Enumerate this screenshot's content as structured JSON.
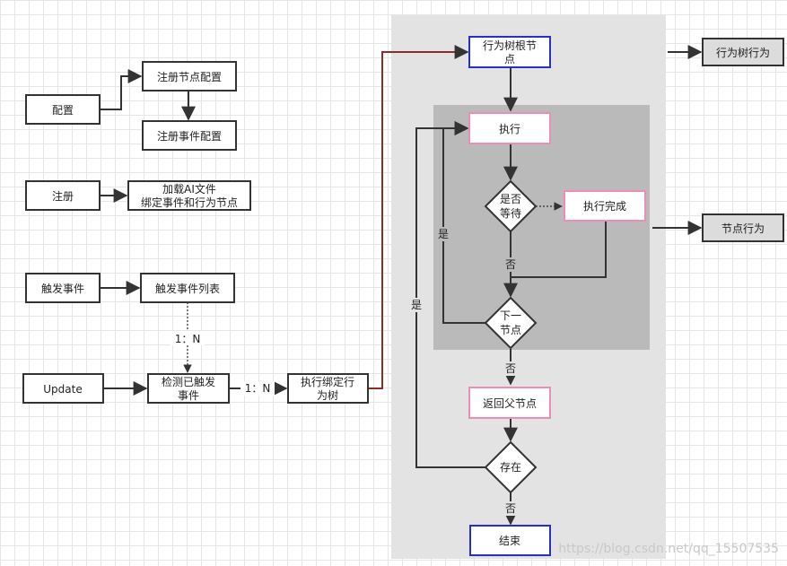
{
  "nodes": {
    "config": "配置",
    "register_node_config": "注册节点配置",
    "register_event_config": "注册事件配置",
    "register": "注册",
    "load_ai_line1": "加载AI文件",
    "load_ai_line2": "绑定事件和行为节点",
    "trigger_event": "触发事件",
    "trigger_event_list": "触发事件列表",
    "update": "Update",
    "detect_line1": "检测已触发",
    "detect_line2": "事件",
    "exec_bound_line1": "执行绑定行",
    "exec_bound_line2": "为树",
    "root_line1": "行为树根节",
    "root_line2": "点",
    "execute": "执行",
    "wait_line1": "是否",
    "wait_line2": "等待",
    "exec_done": "执行完成",
    "next_line1": "下一",
    "next_line2": "节点",
    "return_parent": "返回父节点",
    "exists": "存在",
    "end": "结束",
    "tree_behavior": "行为树行为",
    "node_behavior": "节点行为"
  },
  "edge_labels": {
    "one_to_n_a": "1：N",
    "one_to_n_b": "1：N",
    "yes_a": "是",
    "yes_b": "是",
    "no_a": "否",
    "no_b": "否",
    "no_c": "否"
  },
  "watermark": "https://blog.csdn.net/qq_15507535",
  "colors": {
    "outer_panel": "#e3e3e3",
    "inner_panel": "#bababa",
    "blue_border": "#2a2ec9",
    "pink_border": "#ef8cb9",
    "legend_fill": "#dcdcdc",
    "red_line": "#8b2d2d"
  }
}
